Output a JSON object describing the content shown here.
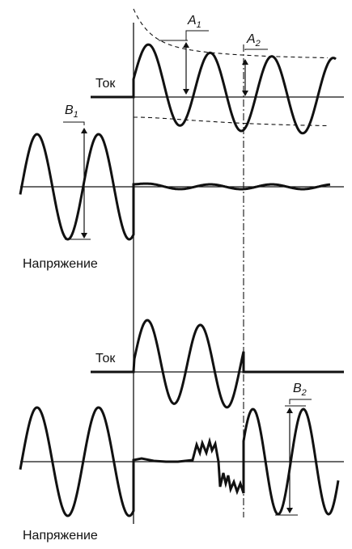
{
  "top": {
    "current_label": "Ток",
    "voltage_label": "Напряжение",
    "a1": {
      "letter": "A",
      "index": "1"
    },
    "a2": {
      "letter": "A",
      "index": "2"
    },
    "b1": {
      "letter": "B",
      "index": "1"
    }
  },
  "bottom": {
    "current_label": "Ток",
    "voltage_label": "Напряжение",
    "b2": {
      "letter": "B",
      "index": "2"
    }
  },
  "colors": {
    "ink": "#111111",
    "background": "#ffffff"
  }
}
